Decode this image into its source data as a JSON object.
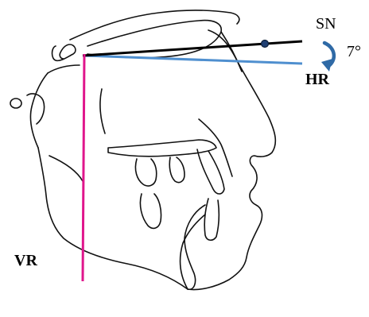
{
  "labels": {
    "sn": "SN",
    "angle": "7°",
    "hr": "HR",
    "vr": "VR"
  },
  "lines": {
    "sn_line": {
      "name": "SN",
      "color": "#000000"
    },
    "hr_line": {
      "name": "HR",
      "color": "#4f8fcf"
    },
    "vr_line": {
      "name": "VR",
      "color": "#e0168c"
    }
  },
  "angle_between_sn_and_hr_degrees": 7,
  "colors": {
    "outline": "#111111",
    "angle_arrow": "#2f6aa6",
    "nasion_dot": "#1f3f73"
  }
}
